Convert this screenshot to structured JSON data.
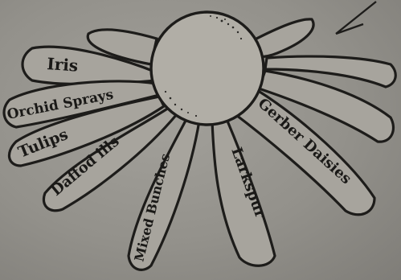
{
  "petals": {
    "iris": "Iris",
    "orchid_sprays": "Orchid Sprays",
    "tulips": "Tulips",
    "daffodils": "Daffod ills",
    "mixed_bunches": "Mixed Bunches",
    "larkspur": "Larkspur",
    "gerber_daisies": "Gerber Daisies"
  },
  "colors": {
    "ink": "#1d1c1a",
    "paper": "#9a978f"
  }
}
